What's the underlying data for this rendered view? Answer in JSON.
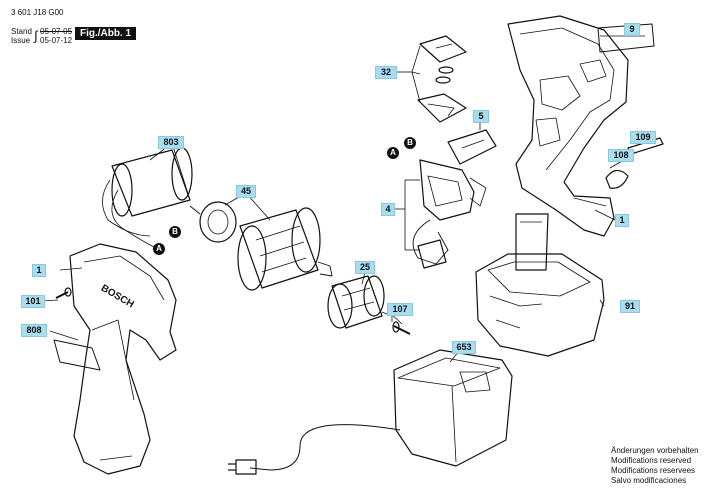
{
  "header": {
    "part_number": "3 601 J18 G00",
    "stand_label": "Stand",
    "issue_label": "Issue",
    "date_old": "05-07-05",
    "date_new": "05-07-12",
    "figure_label": "Fig./Abb. 1"
  },
  "labels": {
    "l9": "9",
    "l32": "32",
    "l5": "5",
    "l109": "109",
    "l108": "108",
    "l803": "803",
    "l45": "45",
    "l4": "4",
    "l1_right": "1",
    "l1_left": "1",
    "l101": "101",
    "l808": "808",
    "l25": "25",
    "l107": "107",
    "l91": "91",
    "l653": "653",
    "b_top": "B",
    "a_top": "A",
    "b_motor": "B",
    "a_motor": "A"
  },
  "brand_text": "BOSCH",
  "notes": [
    "Änderungen vorbehalten",
    "Modifications reserved",
    "Modifications reservees",
    "Salvo modificaciones"
  ]
}
